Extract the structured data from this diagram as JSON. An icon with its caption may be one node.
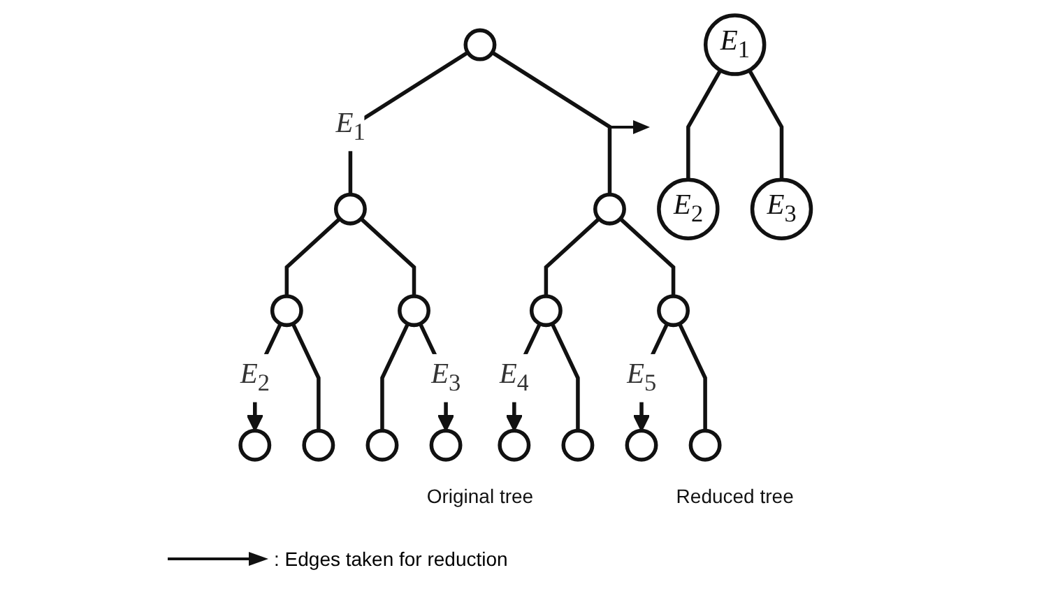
{
  "diagram": {
    "nodes": [
      {
        "text": [],
        "shape": "circle"
      },
      {
        "text": [],
        "shape": "circle"
      },
      {
        "text": [],
        "shape": "circle"
      },
      {
        "text": [],
        "shape": "circle"
      },
      {
        "text": [],
        "shape": "circle"
      },
      {
        "text": [],
        "shape": "circle"
      },
      {
        "text": [],
        "shape": "circle"
      },
      {
        "text": [],
        "shape": "circle"
      },
      {
        "text": [],
        "shape": "circle"
      },
      {
        "text": [],
        "shape": "circle"
      },
      {
        "text": [],
        "shape": "circle"
      },
      {
        "text": [],
        "shape": "circle"
      },
      {
        "text": [],
        "shape": "circle"
      },
      {
        "text": [],
        "shape": "circle"
      },
      {
        "text": [],
        "shape": "circle"
      },
      {
        "text": [
          "*E*$_{1}$"
        ]
      },
      {
        "text": [
          "*E*$_{2}$"
        ]
      },
      {
        "text": [
          "*E*$_{3}$"
        ]
      }
    ],
    "edges": [
      {
        "from": 0,
        "to": 1,
        "arrow": "none",
        "label": "*E*$_{1}$"
      },
      {
        "from": 0,
        "to": 2,
        "arrow": "none"
      },
      {
        "from": 1,
        "to": 3,
        "arrow": "none"
      },
      {
        "from": 1,
        "to": 4,
        "arrow": "none"
      },
      {
        "from": 2,
        "to": 5,
        "arrow": "none"
      },
      {
        "from": 2,
        "to": 6,
        "arrow": "none"
      },
      {
        "from": 3,
        "to": 7,
        "arrow": "to",
        "label": "*E*$_{2}$"
      },
      {
        "from": 3,
        "to": 8,
        "arrow": "none"
      },
      {
        "from": 4,
        "to": 9,
        "arrow": "none"
      },
      {
        "from": 4,
        "to": 10,
        "arrow": "to",
        "label": "*E*$_{3}$"
      },
      {
        "from": 5,
        "to": 11,
        "arrow": "to",
        "label": "*E*$_{4}$"
      },
      {
        "from": 5,
        "to": 12,
        "arrow": "none"
      },
      {
        "from": 6,
        "to": 13,
        "arrow": "to",
        "label": "*E*$_{5}$"
      },
      {
        "from": 6,
        "to": 14,
        "arrow": "none"
      },
      {
        "from": 15,
        "to": 16,
        "arrow": "none"
      },
      {
        "from": 15,
        "to": 17,
        "arrow": "none"
      }
    ],
    "labels": [
      "Original tree",
      "Reduced tree"
    ],
    "legend": [
      {
        "text": ": Edges taken for reduction"
      }
    ]
  }
}
